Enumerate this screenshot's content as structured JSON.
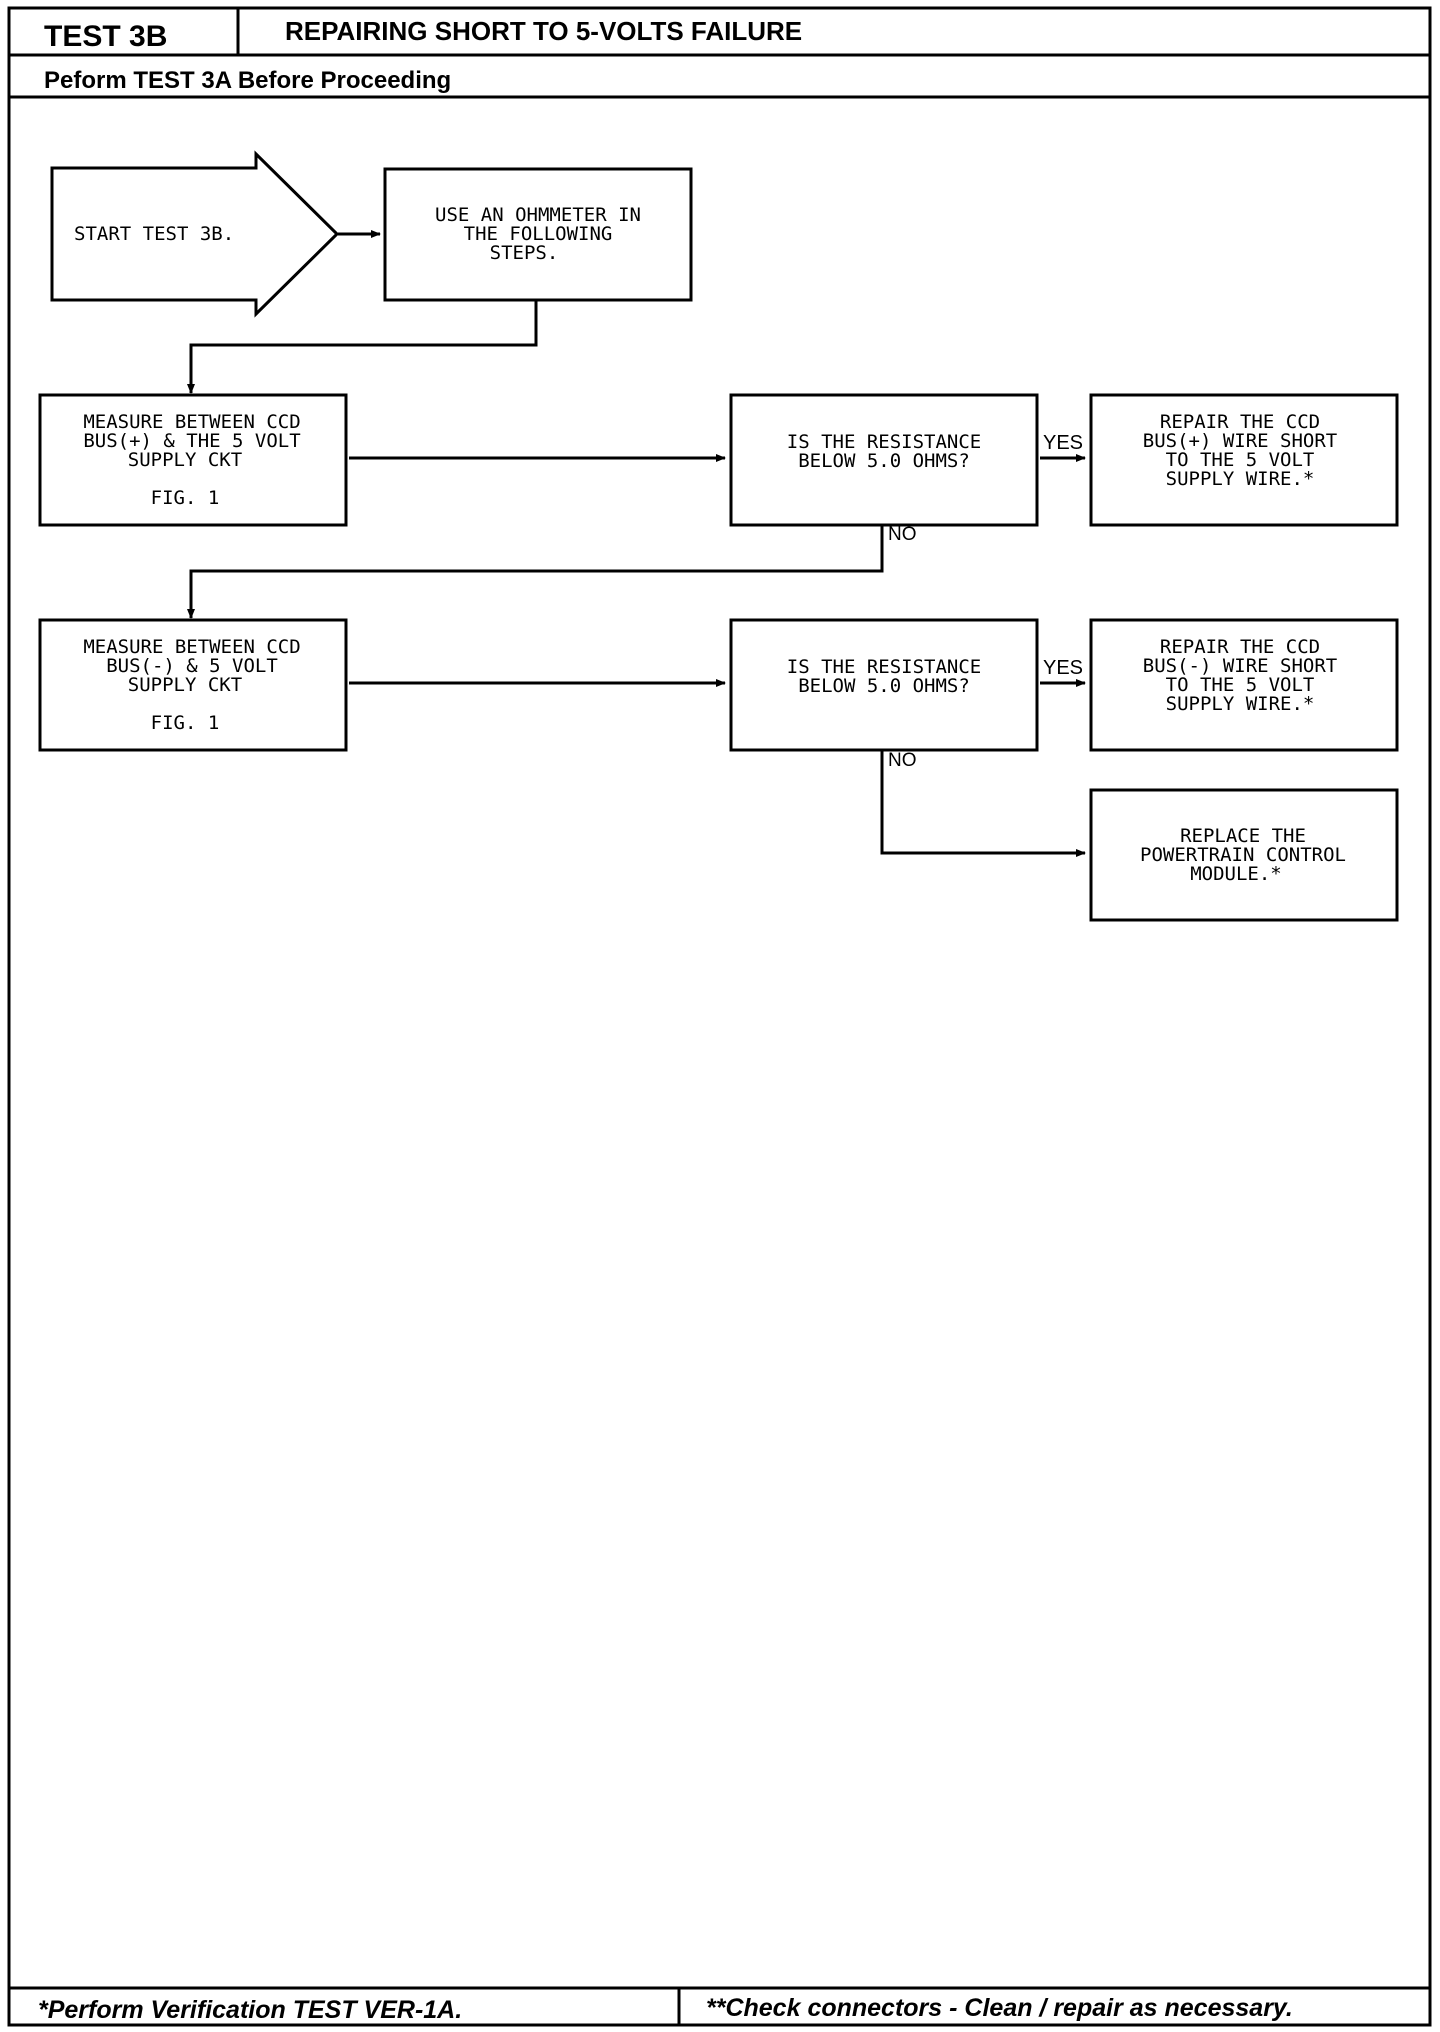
{
  "header": {
    "test_id": "TEST 3B",
    "title": "REPAIRING SHORT TO 5-VOLTS FAILURE",
    "prerequisite": "Peform TEST 3A Before Proceeding"
  },
  "flowchart": {
    "start": {
      "lines": [
        "START TEST 3B."
      ]
    },
    "ohmmeter": {
      "lines": [
        "USE AN OHMMETER IN",
        "THE FOLLOWING",
        "STEPS."
      ]
    },
    "measure_plus": {
      "lines": [
        "MEASURE BETWEEN CCD",
        "BUS(+) & THE 5 VOLT",
        "SUPPLY CKT"
      ],
      "fig": "FIG. 1"
    },
    "question_1": {
      "lines": [
        "IS THE RESISTANCE",
        "BELOW 5.0 OHMS?"
      ]
    },
    "repair_plus": {
      "lines": [
        "REPAIR THE CCD",
        "BUS(+) WIRE SHORT",
        "TO THE 5 VOLT",
        "SUPPLY WIRE.*"
      ]
    },
    "measure_minus": {
      "lines": [
        "MEASURE BETWEEN CCD",
        "BUS(-) & 5 VOLT",
        "SUPPLY CKT"
      ],
      "fig": "FIG. 1"
    },
    "question_2": {
      "lines": [
        "IS THE RESISTANCE",
        "BELOW 5.0 OHMS?"
      ]
    },
    "repair_minus": {
      "lines": [
        "REPAIR THE CCD",
        "BUS(-) WIRE SHORT",
        "TO THE 5 VOLT",
        "SUPPLY WIRE.*"
      ]
    },
    "replace_pcm": {
      "lines": [
        "REPLACE THE",
        "POWERTRAIN CONTROL",
        "MODULE.*"
      ]
    },
    "yes_label": "YES",
    "no_label": "NO"
  },
  "footer": {
    "left": "*Perform Verification TEST VER-1A.",
    "right": "**Check connectors - Clean / repair as necessary."
  }
}
